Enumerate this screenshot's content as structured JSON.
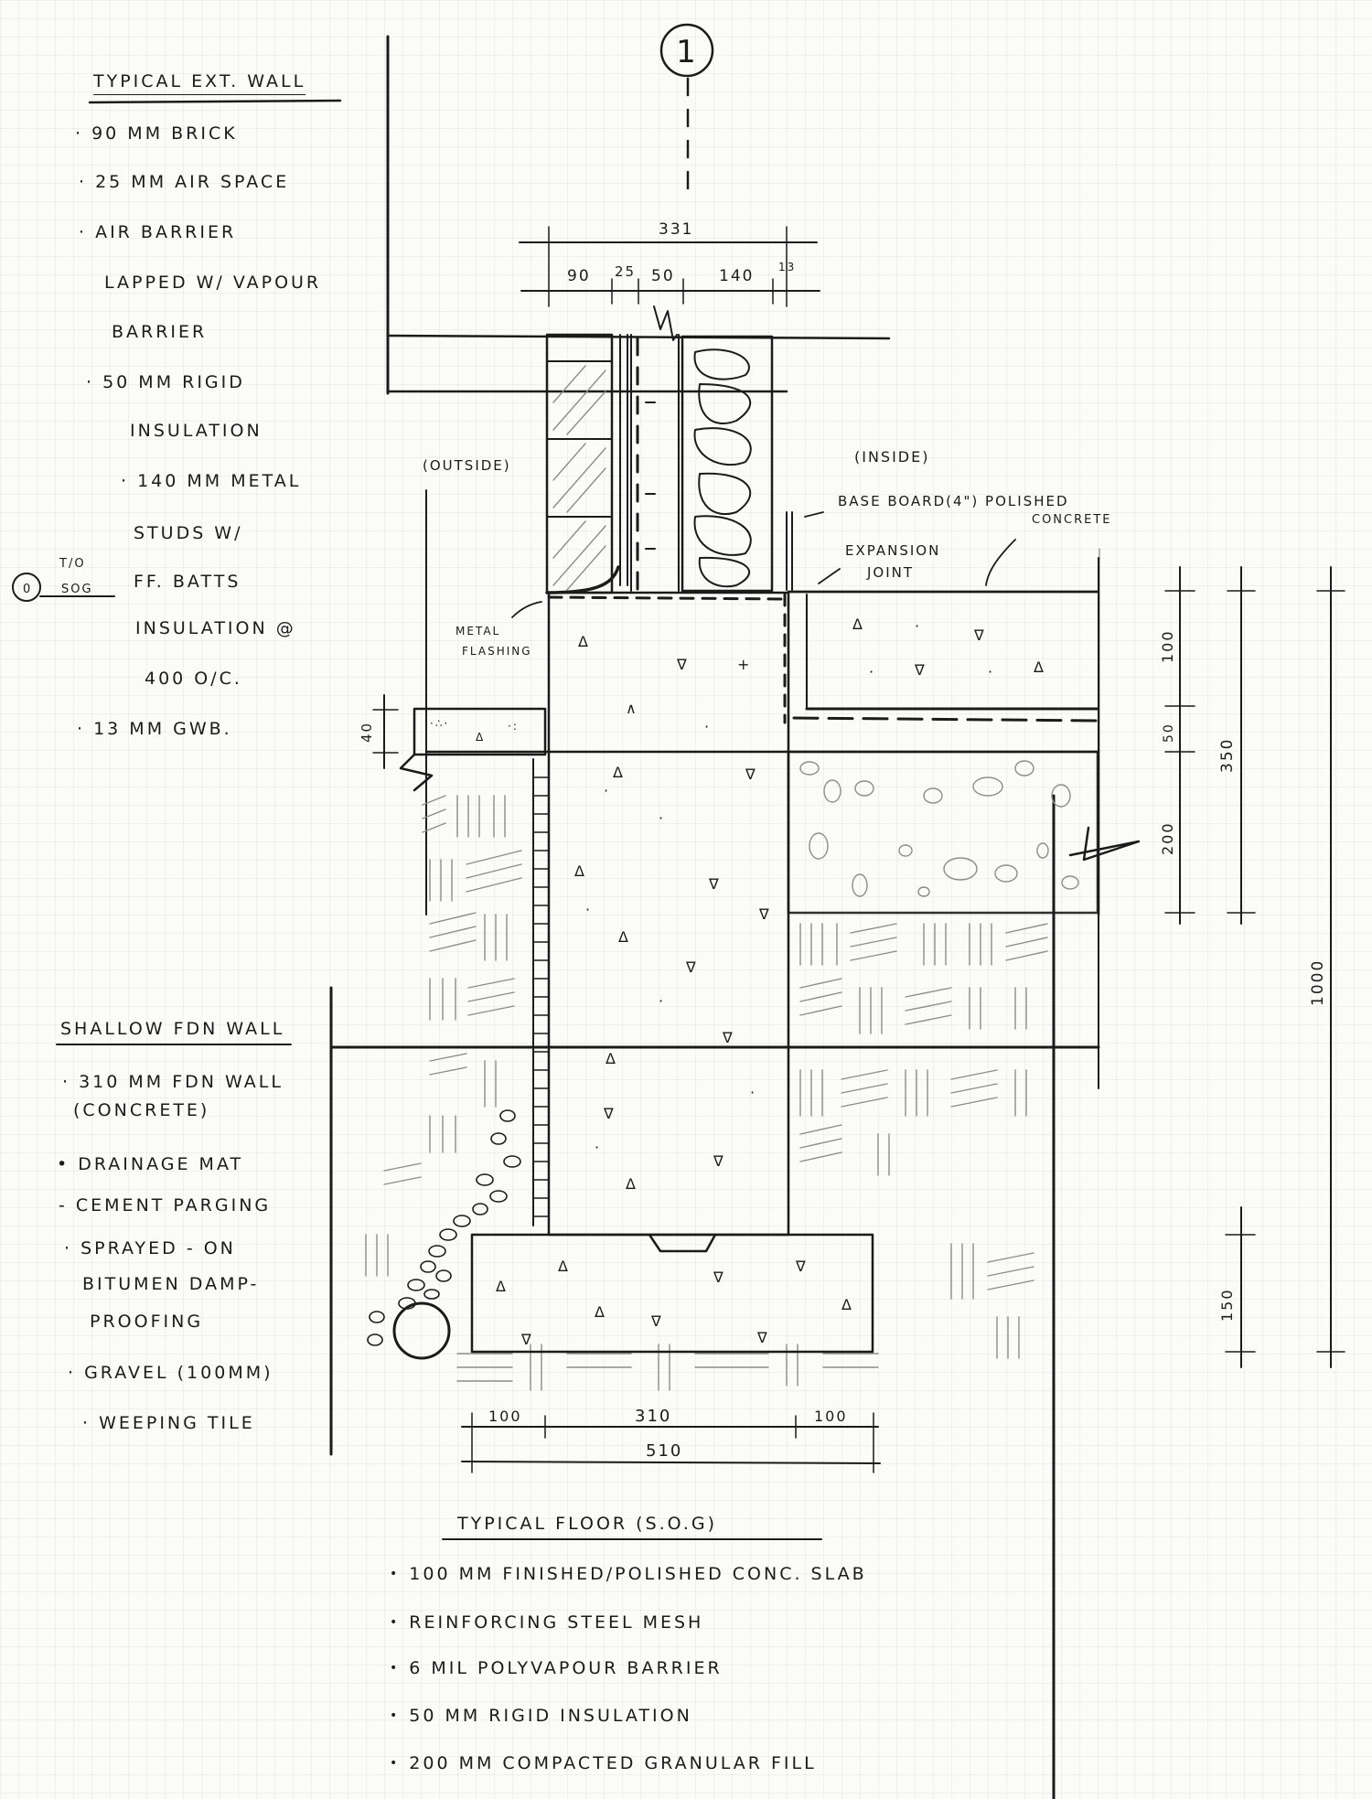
{
  "grid_ref": "1",
  "labels": {
    "outside": "(OUTSIDE)",
    "inside": "(INSIDE)",
    "baseboard": "BASE BOARD(4\") POLISHED",
    "polished_concrete": "CONCRETE",
    "expansion_joint_1": "EXPANSION",
    "expansion_joint_2": "JOINT",
    "metal_flashing_1": "METAL",
    "metal_flashing_2": "FLASHING",
    "tos": "T/O",
    "sog": "SOG",
    "tos_bubble": "0"
  },
  "dimensions": {
    "total_wall": "331",
    "brick": "90",
    "air": "25",
    "rigid": "50",
    "stud": "140",
    "gwb": "13",
    "parging": "40",
    "slab": "100",
    "insulation": "50",
    "fill": "200",
    "floor_total": "350",
    "overall": "1000",
    "footing_depth": "150",
    "footing_left": "100",
    "wall_width": "310",
    "footing_right": "100",
    "footing_total": "510"
  },
  "ext_wall": {
    "title": "TYPICAL EXT. WALL",
    "items": [
      "· 90 MM BRICK",
      "· 25 MM AIR SPACE",
      "· AIR BARRIER",
      "LAPPED W/ VAPOUR",
      "BARRIER",
      "· 50 MM RIGID",
      "INSULATION",
      "· 140 MM METAL",
      "STUDS W/",
      "FF. BATTS",
      "INSULATION @",
      "400 O/C.",
      "· 13 MM GWB."
    ]
  },
  "fdn_wall": {
    "title": "SHALLOW FDN WALL",
    "items": [
      "· 310 MM FDN WALL",
      "(CONCRETE)",
      "• DRAINAGE MAT",
      "- CEMENT PARGING",
      "· SPRAYED - ON",
      "BITUMEN DAMP-",
      "PROOFING",
      "· GRAVEL (100MM)",
      "· WEEPING TILE"
    ]
  },
  "floor": {
    "title": "TYPICAL FLOOR (S.O.G)",
    "items": [
      "100 MM FINISHED/POLISHED CONC. SLAB",
      "REINFORCING STEEL MESH",
      "6 MIL POLYVAPOUR BARRIER",
      "50 MM RIGID INSULATION",
      "200 MM COMPACTED GRANULAR FILL"
    ]
  }
}
